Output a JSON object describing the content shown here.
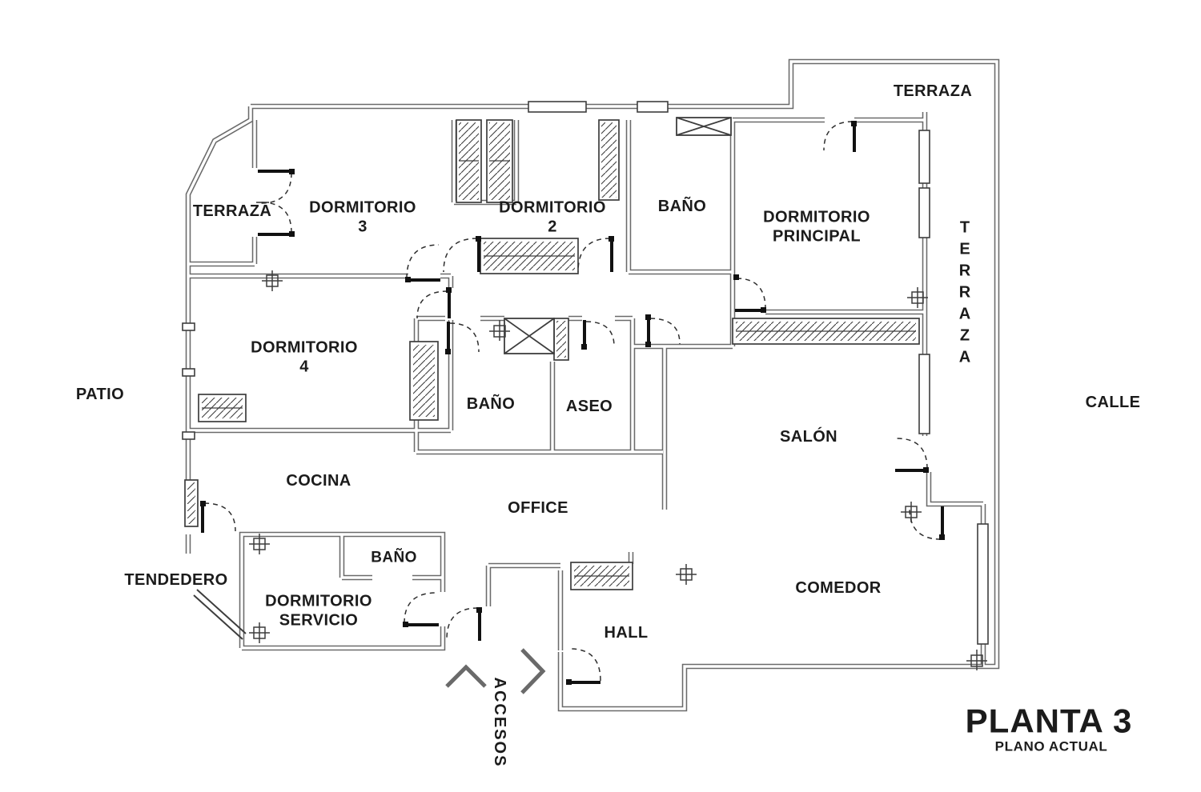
{
  "meta": {
    "drawing_type": "floor plan",
    "background_color": "#ffffff",
    "ink_color": "#1b1b1b",
    "wall_color": "#6a6a6a"
  },
  "title_block": {
    "title": "PLANTA 3",
    "subtitle": "PLANO ACTUAL"
  },
  "exterior": {
    "patio": "PATIO",
    "calle": "CALLE",
    "tendedero": "TENDEDERO",
    "accesos": "ACCESOS",
    "terraza_left": "TERRAZA",
    "terraza_top": "TERRAZA",
    "terraza_right": "TERRAZA"
  },
  "rooms": {
    "dormitorio3": {
      "line1": "DORMITORIO",
      "line2": "3"
    },
    "dormitorio2": {
      "line1": "DORMITORIO",
      "line2": "2"
    },
    "bano_superior": "BAÑO",
    "dormitorio_principal": {
      "line1": "DORMITORIO",
      "line2": "PRINCIPAL"
    },
    "dormitorio4": {
      "line1": "DORMITORIO",
      "line2": "4"
    },
    "bano_centro": "BAÑO",
    "aseo": "ASEO",
    "salon": "SALÓN",
    "cocina": "COCINA",
    "office": "OFFICE",
    "comedor": "COMEDOR",
    "bano_servicio": "BAÑO",
    "dormitorio_servicio": {
      "line1": "DORMITORIO",
      "line2": "SERVICIO"
    },
    "hall": "HALL"
  }
}
